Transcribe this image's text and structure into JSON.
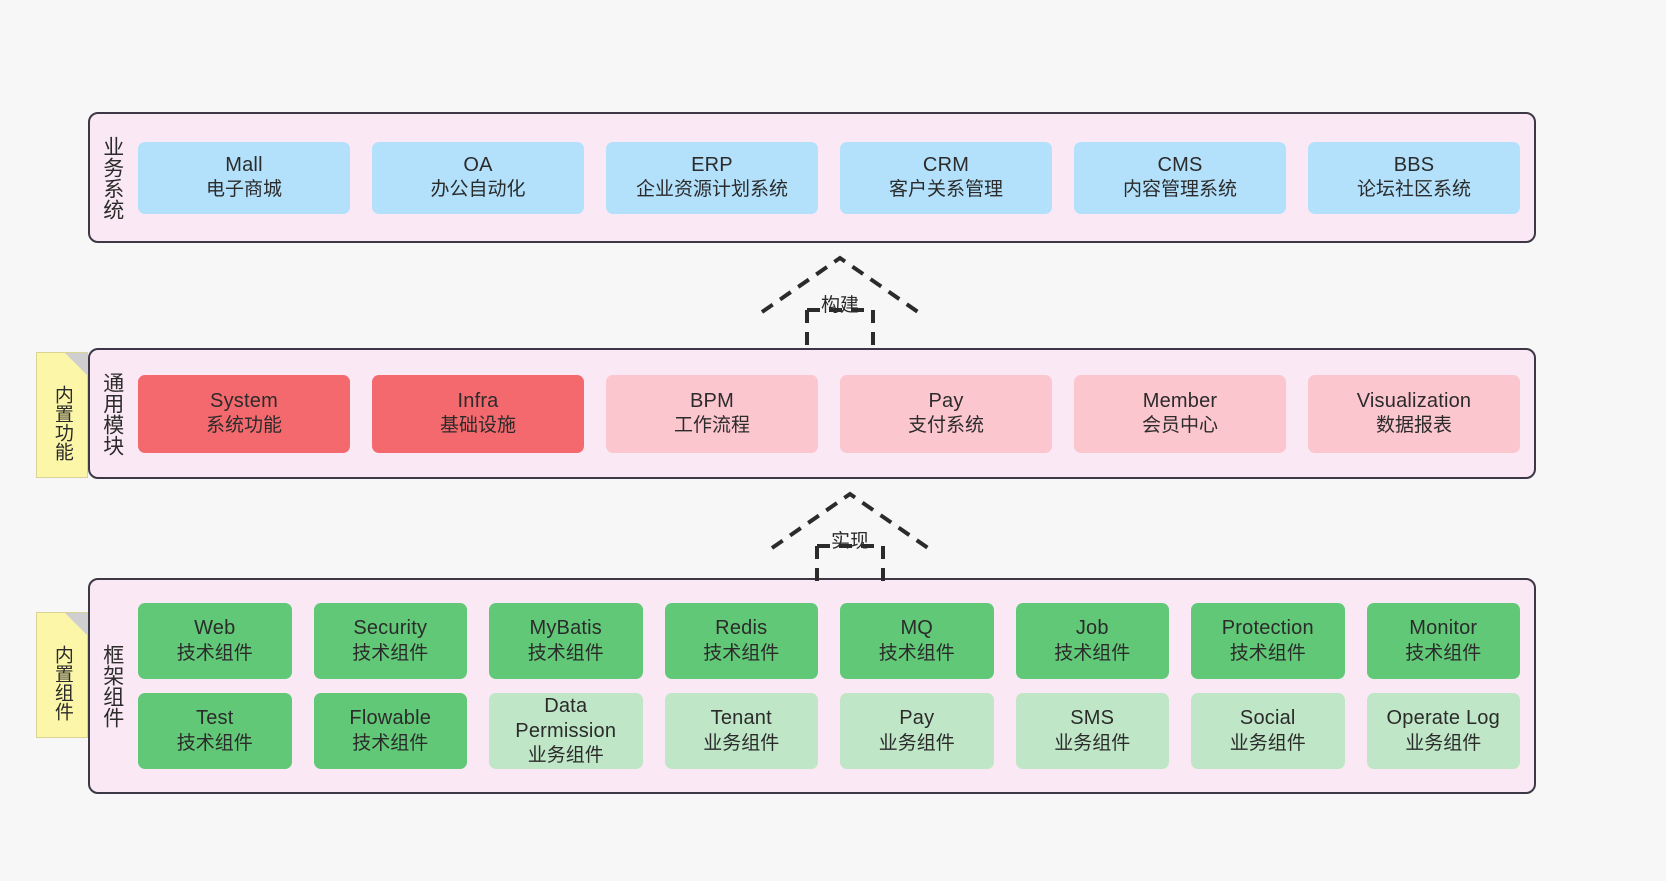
{
  "diagram": {
    "background_color": "#f7f7f7",
    "layer_fill": "#fae9f4",
    "layer_border": "#3d3846"
  },
  "layers": [
    {
      "id": "business",
      "label": "业务系统",
      "rows": [
        {
          "cards": [
            {
              "title": "Mall",
              "sub": "电子商城",
              "color": "#b3e0fb",
              "style": "blue"
            },
            {
              "title": "OA",
              "sub": "办公自动化",
              "color": "#b3e0fb",
              "style": "blue"
            },
            {
              "title": "ERP",
              "sub": "企业资源计划系统",
              "color": "#b3e0fb",
              "style": "blue"
            },
            {
              "title": "CRM",
              "sub": "客户关系管理",
              "color": "#b3e0fb",
              "style": "blue"
            },
            {
              "title": "CMS",
              "sub": "内容管理系统",
              "color": "#b3e0fb",
              "style": "blue"
            },
            {
              "title": "BBS",
              "sub": "论坛社区系统",
              "color": "#b3e0fb",
              "style": "blue"
            }
          ]
        }
      ]
    },
    {
      "id": "modules",
      "label": "通用模块",
      "note": "内置功能",
      "rows": [
        {
          "cards": [
            {
              "title": "System",
              "sub": "系统功能",
              "color": "#f4696e",
              "style": "red"
            },
            {
              "title": "Infra",
              "sub": "基础设施",
              "color": "#f4696e",
              "style": "red"
            },
            {
              "title": "BPM",
              "sub": "工作流程",
              "color": "#fbc6ce",
              "style": "pink"
            },
            {
              "title": "Pay",
              "sub": "支付系统",
              "color": "#fbc6ce",
              "style": "pink"
            },
            {
              "title": "Member",
              "sub": "会员中心",
              "color": "#fbc6ce",
              "style": "pink"
            },
            {
              "title": "Visualization",
              "sub": "数据报表",
              "color": "#fbc6ce",
              "style": "pink"
            }
          ]
        }
      ]
    },
    {
      "id": "framework",
      "label": "框架组件",
      "note": "内置组件",
      "rows": [
        {
          "cards": [
            {
              "title": "Web",
              "sub": "技术组件",
              "color": "#61c877",
              "style": "green"
            },
            {
              "title": "Security",
              "sub": "技术组件",
              "color": "#61c877",
              "style": "green"
            },
            {
              "title": "MyBatis",
              "sub": "技术组件",
              "color": "#61c877",
              "style": "green"
            },
            {
              "title": "Redis",
              "sub": "技术组件",
              "color": "#61c877",
              "style": "green"
            },
            {
              "title": "MQ",
              "sub": "技术组件",
              "color": "#61c877",
              "style": "green"
            },
            {
              "title": "Job",
              "sub": "技术组件",
              "color": "#61c877",
              "style": "green"
            },
            {
              "title": "Protection",
              "sub": "技术组件",
              "color": "#61c877",
              "style": "green"
            },
            {
              "title": "Monitor",
              "sub": "技术组件",
              "color": "#61c877",
              "style": "green"
            }
          ]
        },
        {
          "cards": [
            {
              "title": "Test",
              "sub": "技术组件",
              "color": "#61c877",
              "style": "green"
            },
            {
              "title": "Flowable",
              "sub": "技术组件",
              "color": "#61c877",
              "style": "green"
            },
            {
              "title": "Data Permission",
              "sub": "业务组件",
              "color": "#bfe6c6",
              "style": "lgreen"
            },
            {
              "title": "Tenant",
              "sub": "业务组件",
              "color": "#bfe6c6",
              "style": "lgreen"
            },
            {
              "title": "Pay",
              "sub": "业务组件",
              "color": "#bfe6c6",
              "style": "lgreen"
            },
            {
              "title": "SMS",
              "sub": "业务组件",
              "color": "#bfe6c6",
              "style": "lgreen"
            },
            {
              "title": "Social",
              "sub": "业务组件",
              "color": "#bfe6c6",
              "style": "lgreen"
            },
            {
              "title": "Operate Log",
              "sub": "业务组件",
              "color": "#bfe6c6",
              "style": "lgreen"
            }
          ]
        }
      ]
    }
  ],
  "connectors": [
    {
      "id": "build",
      "label": "构建",
      "from": "modules",
      "to": "business"
    },
    {
      "id": "implement",
      "label": "实现",
      "from": "framework",
      "to": "modules"
    }
  ]
}
